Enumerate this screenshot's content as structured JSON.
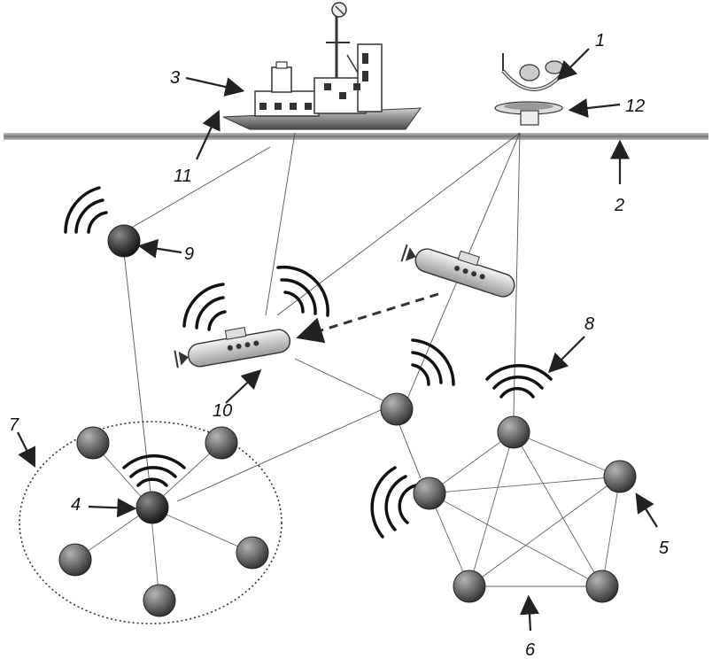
{
  "labels": {
    "buoy": "1",
    "sea_surface": "2",
    "ship": "3",
    "cluster_head": "4",
    "peer_node": "5",
    "peer_network": "6",
    "cluster": "7",
    "relay_node": "8",
    "surface_relay": "9",
    "auv": "10",
    "ship_hull": "11",
    "buoy_base": "12"
  },
  "colors": {
    "node_dark": "#3a3a3a",
    "node_light": "#9a9a9a",
    "line": "#555555",
    "arrow": "#222222"
  }
}
